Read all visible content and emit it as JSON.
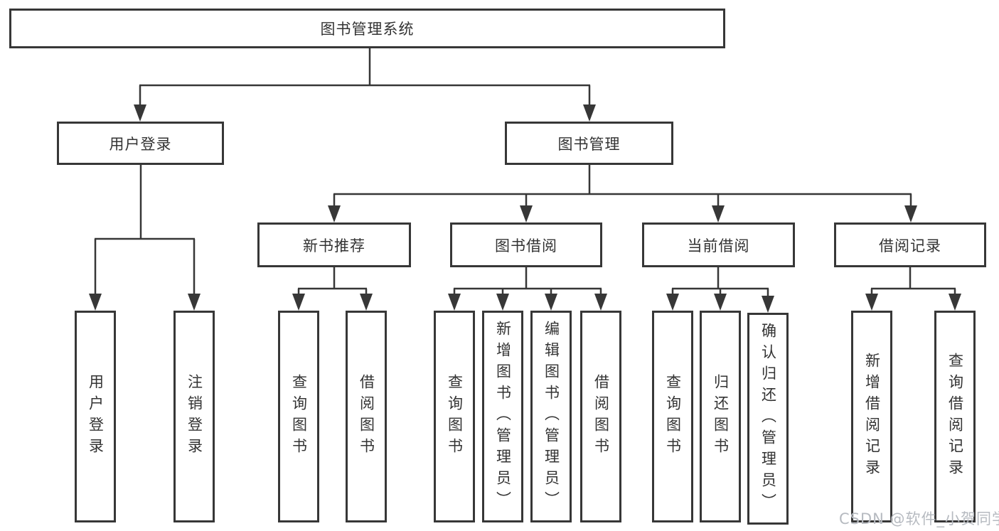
{
  "tree": {
    "label": "图书管理系统",
    "children": [
      {
        "label": "用户登录",
        "children": [
          {
            "label": "用户登录"
          },
          {
            "label": "注销登录"
          }
        ]
      },
      {
        "label": "图书管理",
        "children": [
          {
            "label": "新书推荐",
            "children": [
              {
                "label": "查询图书"
              },
              {
                "label": "借阅图书"
              }
            ]
          },
          {
            "label": "图书借阅",
            "children": [
              {
                "label": "查询图书"
              },
              {
                "label": "新增图书（管理员）"
              },
              {
                "label": "编辑图书（管理员）"
              },
              {
                "label": "借阅图书"
              }
            ]
          },
          {
            "label": "当前借阅",
            "children": [
              {
                "label": "查询图书"
              },
              {
                "label": "归还图书"
              },
              {
                "label": "确认归还（管理员）"
              }
            ]
          },
          {
            "label": "借阅记录",
            "children": [
              {
                "label": "新增借阅记录"
              },
              {
                "label": "查询借阅记录"
              }
            ]
          }
        ]
      }
    ]
  },
  "watermark": "CSDN @软件_小贺同学",
  "colors": {
    "line": "#373737",
    "text": "#333333",
    "watermark": "#b6bac0",
    "background": "#ffffff"
  }
}
